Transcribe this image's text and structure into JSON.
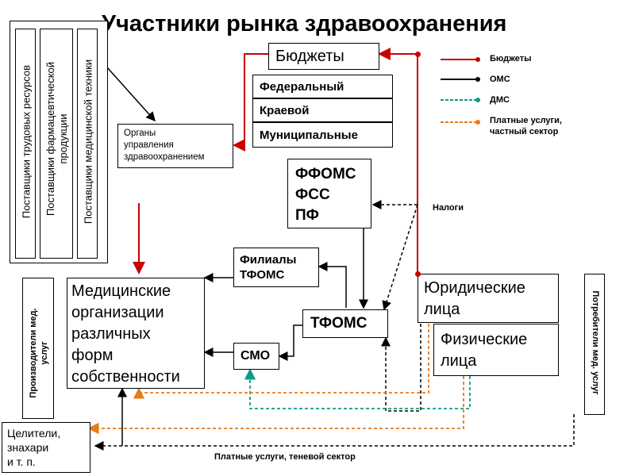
{
  "title": "Участники рынка здравоохранения",
  "suppliers": {
    "labor": "Поставщики трудовых ресурсов",
    "pharma_line1": "Поставщики фармацевтической",
    "pharma_line2": "продукции",
    "medtech": "Поставщики медицинской техники"
  },
  "budgets": {
    "title": "Бюджеты",
    "federal": "Федеральный",
    "regional": "Краевой",
    "municipal": "Муниципальные"
  },
  "health_authorities": {
    "line1": "Органы",
    "line2": "управления",
    "line3": "здравоохранением"
  },
  "funds": {
    "line1": "ФФОМС",
    "line2": "ФСС",
    "line3": "ПФ"
  },
  "taxes_label": "Налоги",
  "tfoms_branches": {
    "line1": "Филиалы",
    "line2": "ТФОМС"
  },
  "tfoms": "ТФОМС",
  "smo": "СМО",
  "med_orgs": {
    "line1": "Медицинские",
    "line2": "организации",
    "line3": "различных",
    "line4": "форм",
    "line5": "собственности"
  },
  "legal_entities": {
    "line1": "Юридические",
    "line2": "лица"
  },
  "individuals": {
    "line1": "Физические",
    "line2": "лица"
  },
  "healers": {
    "line1": "Целители,",
    "line2": "знахари",
    "line3": "и т. п."
  },
  "producers_label_line1": "Производители мед.",
  "producers_label_line2": "услуг",
  "consumers_label": "Потребители мед. услуг",
  "shadow_label": "Платные услуги, теневой сектор",
  "legend": [
    {
      "label": "Бюджеты",
      "color": "#c80000"
    },
    {
      "label": "ОМС",
      "color": "#000000"
    },
    {
      "label": "ДМС",
      "color": "#119a8a"
    },
    {
      "label_line1": "Платные услуги,",
      "label_line2": "частный сектор",
      "color": "#e87a1e"
    }
  ]
}
